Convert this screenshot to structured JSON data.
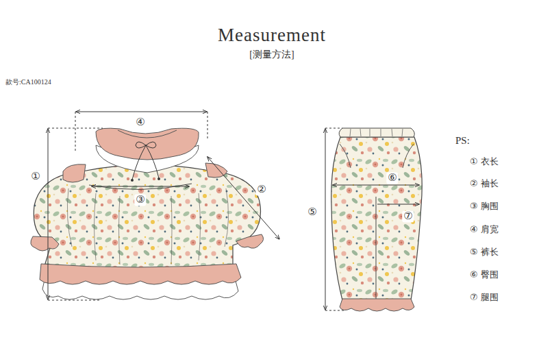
{
  "diagram": {
    "title": "Measurement",
    "labels": [
      "[测量方法]",
      "款号:CA100124",
      "④",
      "①",
      "②",
      "③",
      "⑥",
      "⑤",
      "⑦",
      "PS:",
      "① 衣长",
      "② 袖长",
      "③ 胸围",
      "④ 肩宽",
      "⑤ 裤长",
      "⑥ 臀围",
      "⑦ 腿围"
    ]
  }
}
